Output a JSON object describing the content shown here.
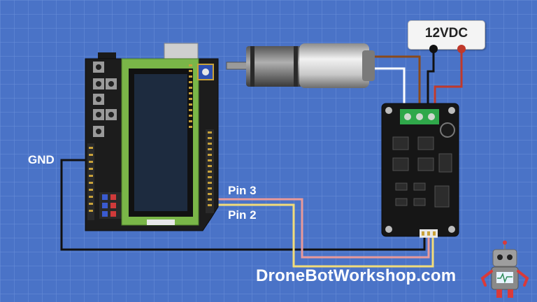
{
  "labels": {
    "gnd": "GND",
    "pin3": "Pin 3",
    "pin2": "Pin 2",
    "website": "DroneBotWorkshop.com",
    "power_supply": "12VDC"
  },
  "colors": {
    "background": "#4a73c7",
    "grid_line": "#6a8fd8",
    "wire_gnd": "#111111",
    "wire_pin3": "#e89a9a",
    "wire_pin2": "#f2dc7a",
    "wire_motor_a": "#8a4a1a",
    "wire_motor_b": "#ffffff",
    "wire_power_pos": "#c0392b",
    "wire_power_neg": "#111111"
  }
}
